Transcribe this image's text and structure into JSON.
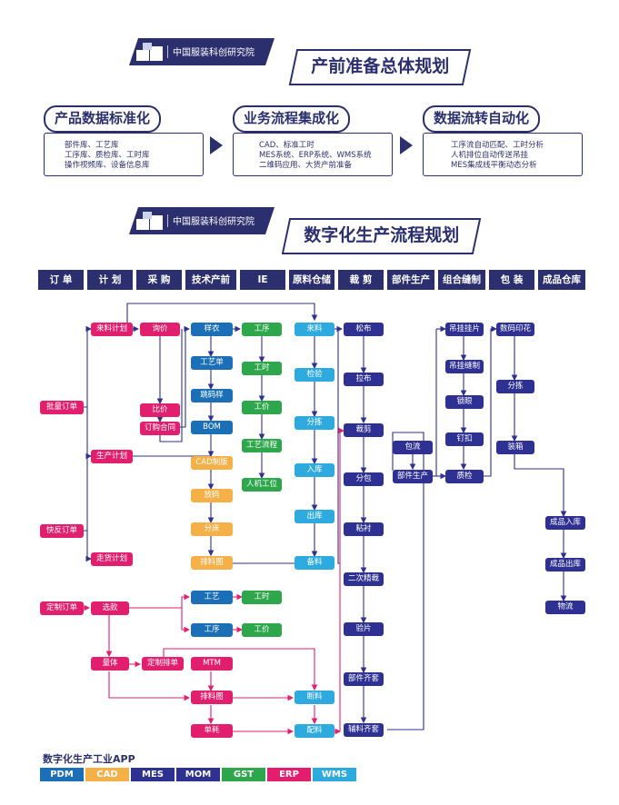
{
  "banner1": {
    "org": "中国服装科创研究院",
    "title": "产前准备总体规划"
  },
  "banner2": {
    "org": "中国服装科创研究院",
    "title": "数字化生产流程规划"
  },
  "pillars": [
    {
      "head": "产品数据标准化",
      "lines": [
        "部件库、工艺库",
        "工序库、质检库、工时库",
        "操作视频库、设备信息库"
      ]
    },
    {
      "head": "业务流程集成化",
      "lines": [
        "CAD、标准工时",
        "MES系统、ERP系统、WMS系统",
        "二维码应用、大货产前准备"
      ]
    },
    {
      "head": "数据流转自动化",
      "lines": [
        "工序流自动匹配、工时分析",
        "人机排位自动传送吊挂",
        "MES集成线平衡动态分析"
      ]
    }
  ],
  "header": [
    "订 单",
    "计 划",
    "采 购",
    "技术产前",
    "IE",
    "原料仓储",
    "裁 剪",
    "部件生产",
    "组合缝制",
    "包 装",
    "成品仓库"
  ],
  "nodes": {
    "plan_material": "来料计划",
    "inquiry": "询价",
    "compare": "比价",
    "order_contract": "订购合同",
    "batch_order": "批量订单",
    "prod_plan": "生产计划",
    "quick_order": "快反订单",
    "ship_plan": "走货计划",
    "sample": "样衣",
    "craft_sheet": "工艺单",
    "size_chart": "跳码样",
    "bom": "BOM",
    "cad_pattern": "CAD制版",
    "grading": "放码",
    "split_bed": "分床",
    "marker": "排料图",
    "ie_process": "工序",
    "ie_time": "工时",
    "ie_price": "工价",
    "ie_flow": "工艺流程",
    "ie_station": "人机工位",
    "incoming": "来料",
    "inspect": "检验",
    "sort": "分拣",
    "inbound": "入库",
    "outbound": "出库",
    "prep": "备料",
    "loosen": "松布",
    "spread": "拉布",
    "cut": "裁剪",
    "bundle": "分包",
    "fuse": "粘衬",
    "recut": "二次精裁",
    "check_piece": "验片",
    "parts_kit": "部件齐套",
    "aux_kit": "辅料齐套",
    "wrap_flow": "包流",
    "parts_prod": "部件生产",
    "hang": "吊挂挂片",
    "hang_sew": "吊挂缝制",
    "lock": "锁眼",
    "button": "钉扣",
    "qc": "质检",
    "print": "数码印花",
    "pack_sort": "分拣",
    "boxing": "装箱",
    "fg_in": "成品入库",
    "fg_out": "成品出库",
    "logistics": "物流",
    "custom_order": "定制订单",
    "select": "选款",
    "c_craft": "工艺",
    "c_time": "工时",
    "c_process": "工序",
    "c_price": "工价",
    "measure": "量体",
    "custom_marker": "定制排单",
    "mtm": "MTM",
    "c_marker": "排料图",
    "c_cut": "断料",
    "unit_use": "单耗",
    "c_mat": "配料"
  },
  "legend": {
    "title": "数字化生产工业APP",
    "tags": [
      "PDM",
      "CAD",
      "MES",
      "MOM",
      "GST",
      "ERP",
      "WMS"
    ]
  },
  "colors": {
    "navy": "#2b2f6e",
    "pink": "#e21f6e",
    "blue": "#1a6fb6",
    "green": "#2ea64b",
    "orange": "#f5b047",
    "cyan": "#2eaadf",
    "indigo": "#2e3192"
  }
}
